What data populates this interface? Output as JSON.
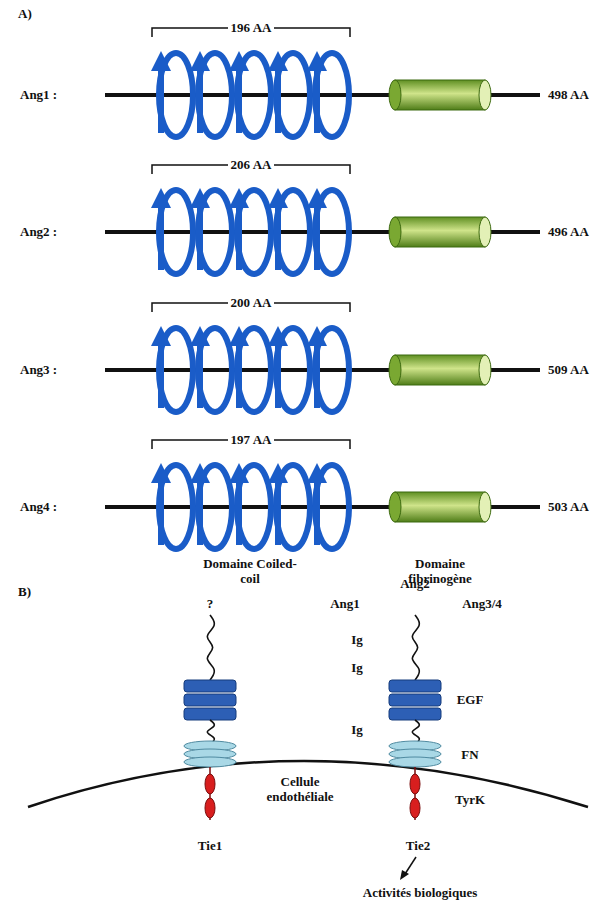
{
  "diagram": {
    "labels": [
      "A)",
      "196 AA",
      "Ang1 :",
      "498 AA",
      "206 AA",
      "Ang2 :",
      "496 AA",
      "200 AA",
      "Ang3 :",
      "509 AA",
      "197 AA",
      "Ang4 :",
      "503 AA",
      "Domaine Coiled-coil",
      "Domaine fibrinogène",
      "B)",
      "?",
      "Ang2",
      "Ang1",
      "Ang3/4",
      "Ig",
      "Ig",
      "EGF",
      "Ig",
      "FN",
      "Cellule endothéliale",
      "TyrK",
      "Tie1",
      "Tie2",
      "Activités biologiques"
    ]
  }
}
